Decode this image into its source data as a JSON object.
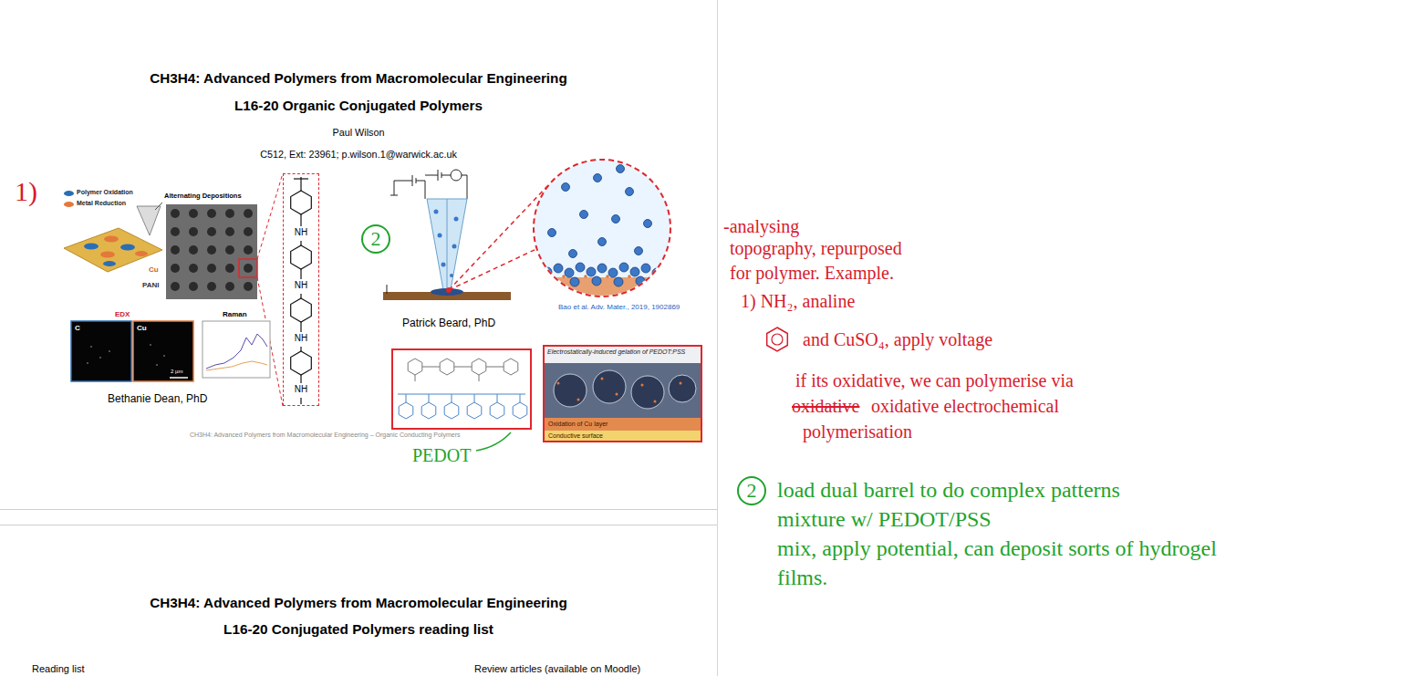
{
  "diagram": {
    "nodes": [
      {
        "text": [
          "CH3H4: Advanced Polymers from Macromolecular Engineering",
          "L16-20 Organic Conjugated Polymers",
          "Paul Wilson",
          "C512, Ext: 23961; p.wilson.1@warwick.ac.uk"
        ]
      },
      {
        "text": [
          "NH",
          "NH",
          "NH",
          "NH"
        ],
        "in": 0
      },
      {
        "text": [
          "Electrostatically-induced gelation of PEDOT:PSS",
          "Oxidation of Cu layer",
          "Conductive surface"
        ],
        "in": 0
      },
      {
        "text": [
          "2"
        ],
        "in": 0
      },
      {
        "text": [
          "CH3H4: Advanced Polymers from Macromolecular Engineering",
          "L16-20 Conjugated Polymers reading list",
          "Reading list",
          "Review articles (available on Moodle)"
        ]
      },
      {
        "text": [
          "2"
        ]
      }
    ],
    "labels": [
      "1)",
      "Alternating Depositions",
      "Cu",
      "PANI",
      "EDX",
      "C",
      "Cu",
      "2 µm",
      "Raman",
      "Bethanie Dean, PhD",
      "Patrick Beard, PhD",
      "Bao et al. Adv. Mater., 2019, 1902869",
      "PEDOT",
      "CH3H4: Advanced Polymers from Macromolecular Engineering – Organic Conducting Polymers",
      "-analysing",
      "topography, repurposed",
      "for polymer. Example.",
      "1) NH₂, analine",
      "and CuSO₄, apply voltage",
      "if its oxidative, we can polymerise via",
      "oxidative",
      "oxidative electrochemical",
      "polymerisation",
      "load dual barrel to do complex patterns",
      "mixture w/ PEDOT/PSS",
      "mix, apply potential, can deposit sorts of hydrogel",
      "films."
    ],
    "legend": [
      {
        "text": "Polymer Oxidation",
        "color": "#2a6fb5"
      },
      {
        "text": "Metal Reduction",
        "color": "#e3783a"
      }
    ]
  }
}
